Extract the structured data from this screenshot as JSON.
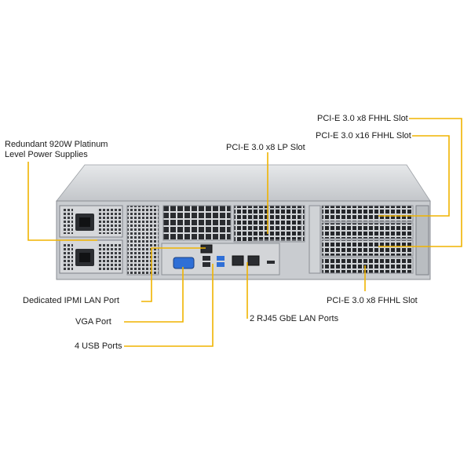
{
  "labels": {
    "psu_line1": "Redundant 920W Platinum",
    "psu_line2": "Level Power Supplies",
    "pcie_lp": "PCI-E 3.0 x8 LP Slot",
    "pcie_x8_top": "PCI-E 3.0 x8 FHHL Slot",
    "pcie_x16": "PCI-E 3.0 x16 FHHL Slot",
    "ipmi": "Dedicated IPMI LAN Port",
    "vga": "VGA Port",
    "usb": "4 USB Ports",
    "rj45": "2 RJ45 GbE LAN Ports",
    "pcie_x8_bottom": "PCI-E 3.0 x8 FHHL Slot"
  },
  "colors": {
    "callout_line": "#f0b400",
    "chassis": "#c9ccd0",
    "chassis_dark": "#8a8e94",
    "port_blue": "#2f6fd6"
  }
}
